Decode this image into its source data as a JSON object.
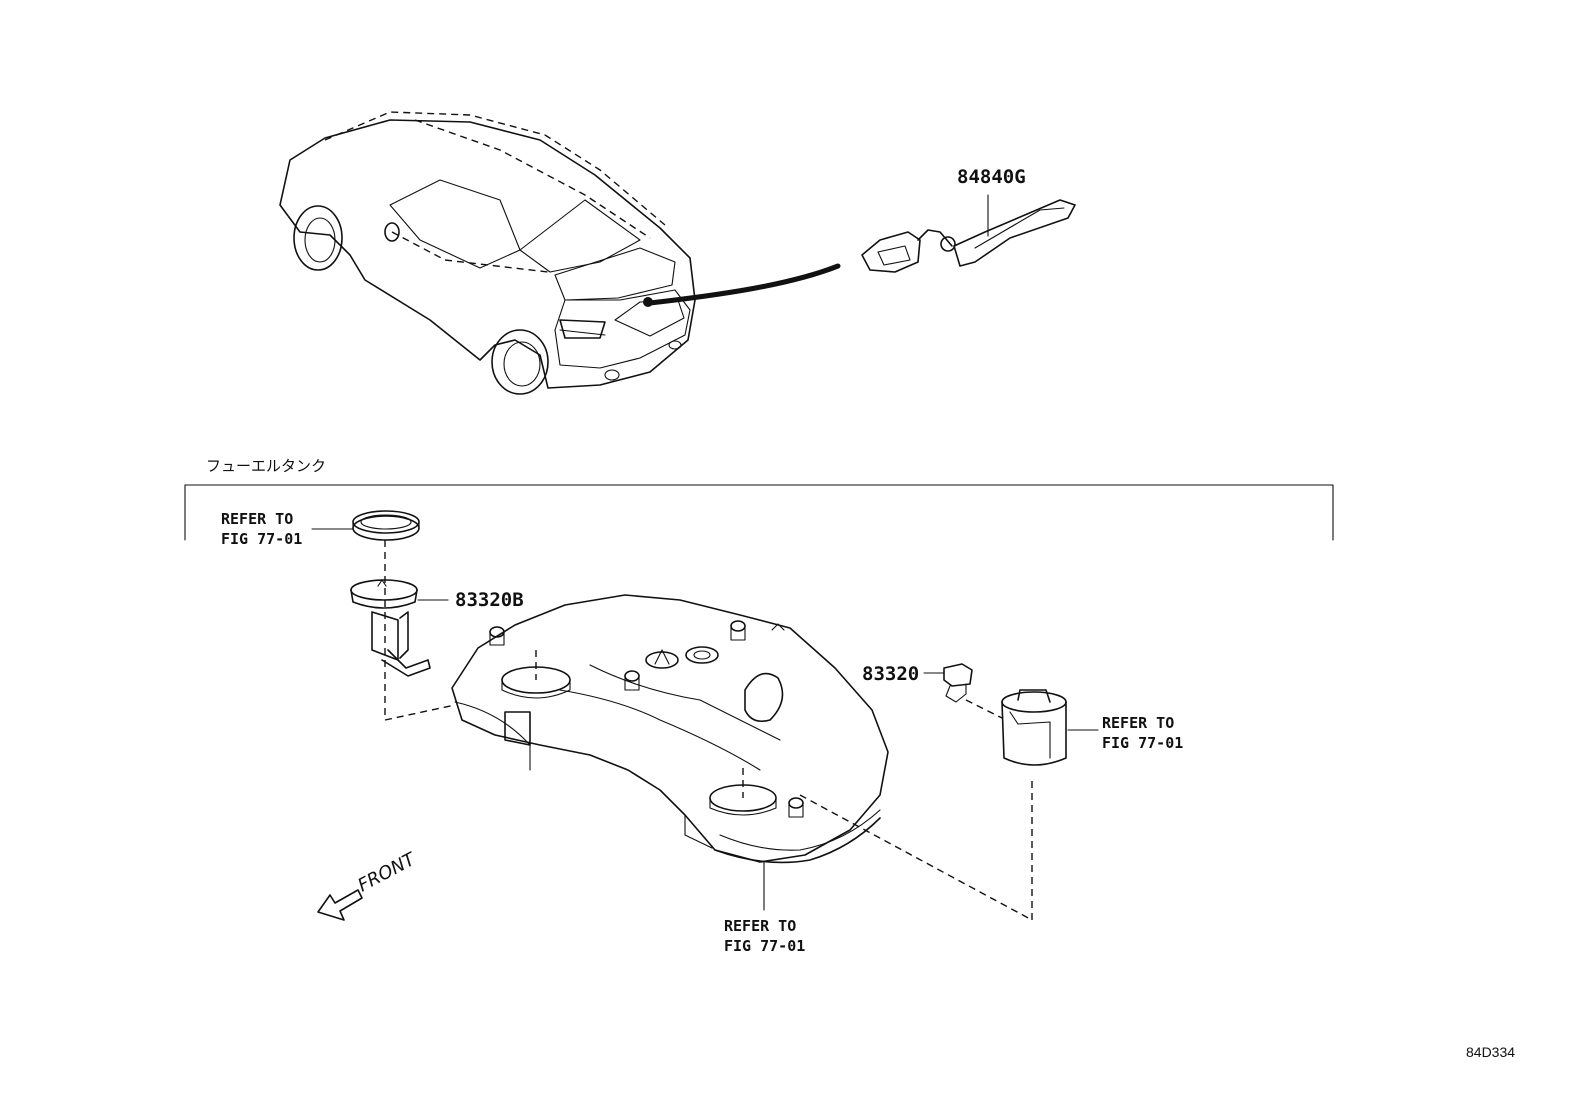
{
  "labels": {
    "part_84840g": "84840G",
    "part_83320b": "83320B",
    "part_83320": "83320",
    "section_title": "フューエルタンク",
    "refer_1_line1": "REFER TO",
    "refer_1_line2": "FIG 77-01",
    "refer_2_line1": "REFER TO",
    "refer_2_line2": "FIG 77-01",
    "refer_3_line1": "REFER TO",
    "refer_3_line2": "FIG 77-01",
    "front": "FRONT",
    "figure_code": "84D334"
  }
}
